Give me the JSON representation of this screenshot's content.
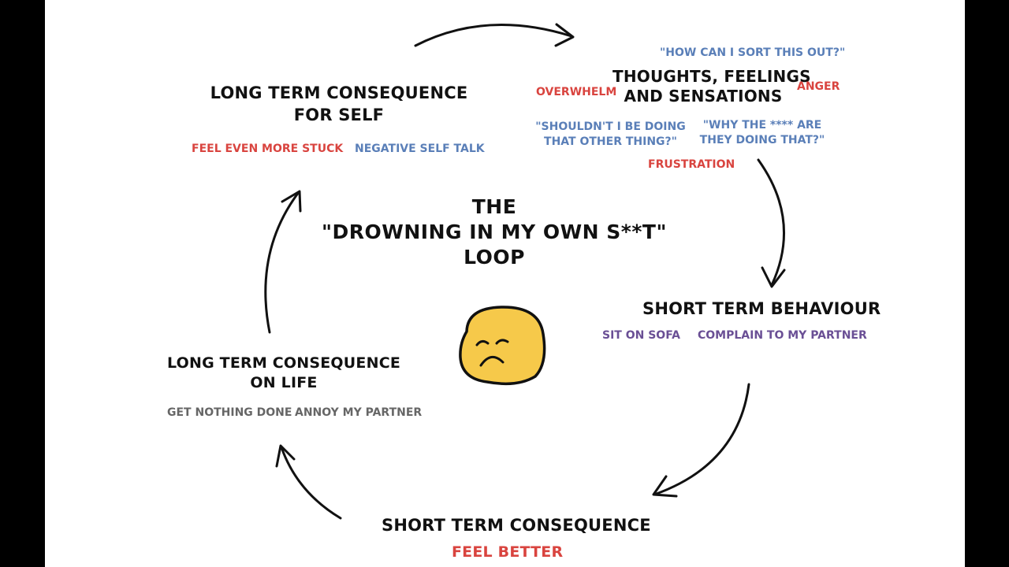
{
  "title": {
    "line1": "THE",
    "line2": "\"DROWNING IN MY OWN S**T\"",
    "line3": "LOOP"
  },
  "nodes": {
    "thoughts": {
      "heading_line1": "THOUGHTS, FEELINGS",
      "heading_line2": "AND SENSATIONS",
      "items": {
        "q_sort": "\"HOW CAN I SORT THIS OUT?\"",
        "overwhelm": "OVERWHELM",
        "anger": "ANGER",
        "q_other_line1": "\"SHOULDN'T I BE DOING",
        "q_other_line2": "THAT OTHER THING?\"",
        "q_why_line1": "\"WHY THE **** ARE",
        "q_why_line2": "THEY DOING THAT?\"",
        "frustration": "FRUSTRATION"
      }
    },
    "short_term_behaviour": {
      "heading": "SHORT TERM BEHAVIOUR",
      "items": [
        "SIT ON SOFA",
        "COMPLAIN TO MY PARTNER"
      ]
    },
    "short_term_consequence": {
      "heading": "SHORT TERM CONSEQUENCE",
      "items": [
        "FEEL BETTER"
      ]
    },
    "long_term_life": {
      "heading_line1": "LONG TERM CONSEQUENCE",
      "heading_line2": "ON LIFE",
      "items": [
        "GET NOTHING DONE",
        "ANNOY MY PARTNER"
      ]
    },
    "long_term_self": {
      "heading_line1": "LONG TERM CONSEQUENCE",
      "heading_line2": "FOR SELF",
      "items": [
        "FEEL EVEN MORE STUCK",
        "NEGATIVE SELF TALK"
      ]
    }
  },
  "colors": {
    "emotion": "#d9443f",
    "thought": "#5a7fb8",
    "behaviour": "#6a4f95",
    "life": "#666666",
    "face": "#f6c94a"
  },
  "icons": {
    "center": "sad-face-icon",
    "connector": "curved-arrow-icon"
  }
}
